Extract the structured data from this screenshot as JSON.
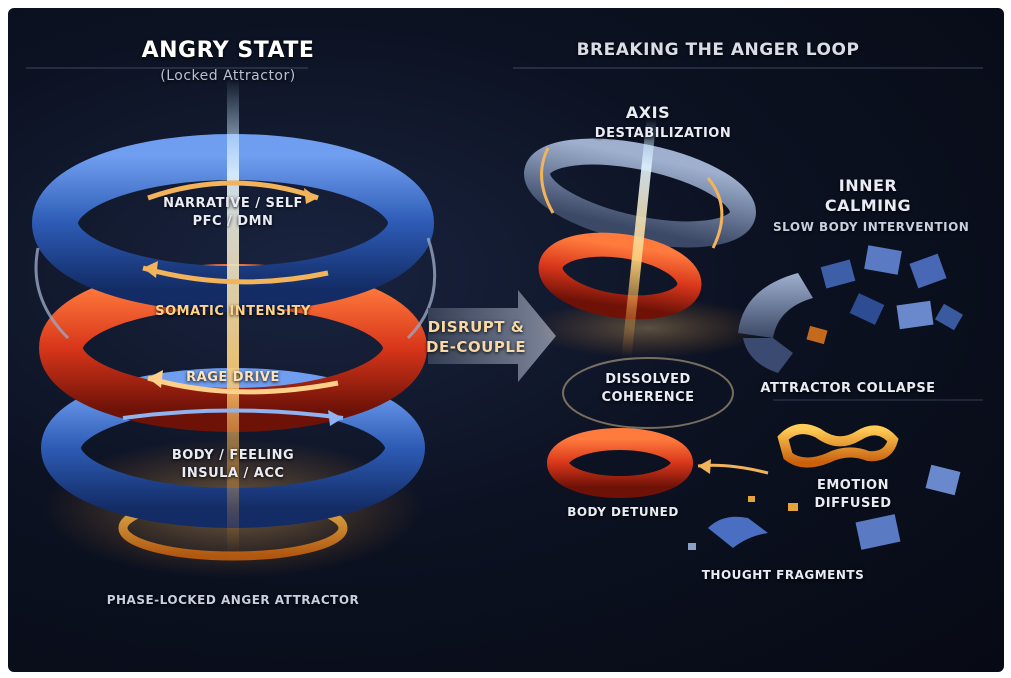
{
  "left": {
    "title": "ANGRY STATE",
    "subtitle": "(Locked Attractor)",
    "rings": {
      "top_line1": "NARRATIVE / SELF",
      "top_line2": "PFC / DMN",
      "middle_upper": "SOMATIC INTENSITY",
      "middle_lower": "RAGE DRIVE",
      "bottom_line1": "BODY / FEELING",
      "bottom_line2": "INSULA / ACC"
    },
    "caption": "PHASE-LOCKED ANGER ATTRACTOR"
  },
  "transition": {
    "line1": "DISRUPT &",
    "line2": "DE-COUPLE"
  },
  "right": {
    "title": "BREAKING THE ANGER LOOP",
    "axis_line1": "AXIS",
    "axis_line2": "DESTABILIZATION",
    "calming_line1": "INNER",
    "calming_line2": "CALMING",
    "calming_sub": "SLOW BODY INTERVENTION",
    "dissolved_line1": "DISSOLVED",
    "dissolved_line2": "COHERENCE",
    "collapse": "ATTRACTOR COLLAPSE",
    "body_detuned": "BODY DETUNED",
    "emotion_line1": "EMOTION",
    "emotion_line2": "DIFFUSED",
    "fragments": "THOUGHT FRAGMENTS"
  },
  "colors": {
    "blue_ring": "#2f5fb8",
    "red_ring": "#d8361a",
    "orange_ring": "#f39a1e",
    "accent_arrow": "#f2b35a",
    "background": "#0c1222"
  }
}
